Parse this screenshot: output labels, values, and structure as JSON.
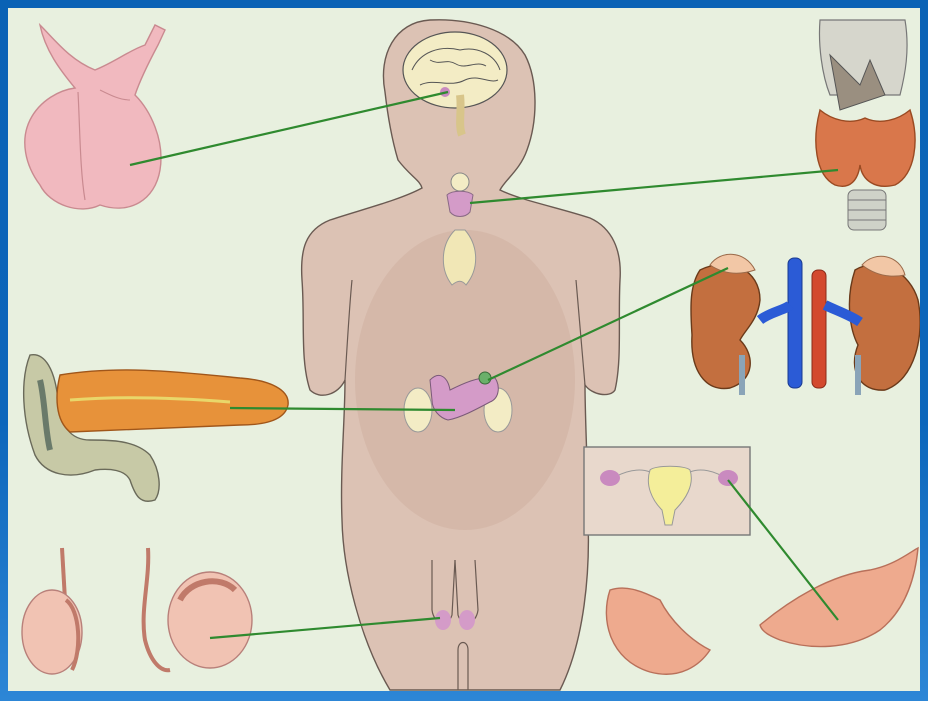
{
  "diagram": {
    "type": "endocrine-glands-illustration",
    "text": [],
    "colors": {
      "background_frame": "#0b5fb0",
      "panel": "#e8f0df",
      "body": "#dcc2b4",
      "body_outline": "#6a5a52",
      "connector": "#2f8a2f",
      "pink_gland": "#f1b9bf",
      "thyroid": "#d9774b",
      "kidney": "#c36f3f",
      "vein": "#2b5bd6",
      "artery": "#d3492e",
      "pancreas": "#e7923a",
      "duodenum": "#c7c9a6",
      "ovary": "#eeaa8e",
      "uterus_inset_bg": "#e8d8cc"
    },
    "elements": [
      {
        "name": "pituitary-gland",
        "side": "top-left"
      },
      {
        "name": "thyroid-gland",
        "side": "top-right"
      },
      {
        "name": "adrenal-kidneys",
        "side": "middle-right"
      },
      {
        "name": "pancreas",
        "side": "middle-left"
      },
      {
        "name": "testes",
        "side": "bottom-left"
      },
      {
        "name": "ovaries-uterus",
        "side": "bottom-right"
      },
      {
        "name": "human-body-silhouette",
        "side": "center"
      }
    ]
  }
}
